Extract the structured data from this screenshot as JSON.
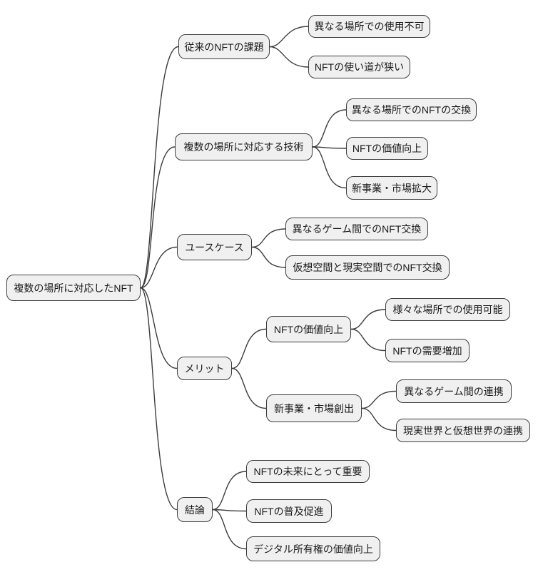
{
  "diagram": {
    "type": "mindmap",
    "root": {
      "label": "複数の場所に対応したNFT"
    },
    "branches": [
      {
        "label": "従来のNFTの課題",
        "children": [
          {
            "label": "異なる場所での使用不可"
          },
          {
            "label": "NFTの使い道が狭い"
          }
        ]
      },
      {
        "label": "複数の場所に対応する技術",
        "children": [
          {
            "label": "異なる場所でのNFTの交換"
          },
          {
            "label": "NFTの価値向上"
          },
          {
            "label": "新事業・市場拡大"
          }
        ]
      },
      {
        "label": "ユースケース",
        "children": [
          {
            "label": "異なるゲーム間でのNFT交換"
          },
          {
            "label": "仮想空間と現実空間でのNFT交換"
          }
        ]
      },
      {
        "label": "メリット",
        "children": [
          {
            "label": "NFTの価値向上",
            "children": [
              {
                "label": "様々な場所での使用可能"
              },
              {
                "label": "NFTの需要増加"
              }
            ]
          },
          {
            "label": "新事業・市場創出",
            "children": [
              {
                "label": "異なるゲーム間の連携"
              },
              {
                "label": "現実世界と仮想世界の連携"
              }
            ]
          }
        ]
      },
      {
        "label": "結論",
        "children": [
          {
            "label": "NFTの未来にとって重要"
          },
          {
            "label": "NFTの普及促進"
          },
          {
            "label": "デジタル所有権の価値向上"
          }
        ]
      }
    ],
    "colors": {
      "node_fill": "#f0f0f0",
      "node_border": "#3d3d3d",
      "edge": "#3d3d3d",
      "text": "#1a1a1a",
      "background": "#ffffff"
    }
  }
}
